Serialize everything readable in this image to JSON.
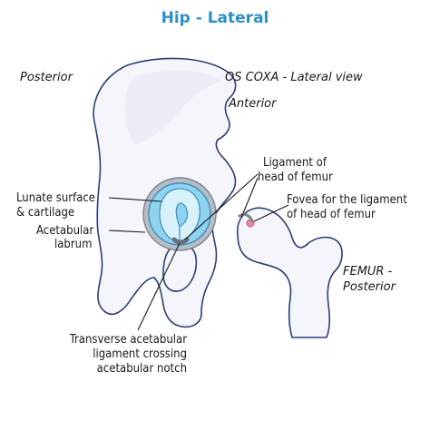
{
  "title": "Hip - Lateral",
  "labels": {
    "posterior": "Posterior",
    "os_coxa": "OS COXA - Lateral view",
    "anterior": "Anterior",
    "ligament_head_femur_1": "Ligament of",
    "ligament_head_femur_2": "head of femur",
    "fovea_1": "Fovea for the ligament",
    "fovea_2": "of head of femur",
    "lunate_1": "Lunate surface",
    "lunate_2": "& cartilage",
    "acetabular_1": "Acetabular",
    "acetabular_2": "labrum",
    "femur_1": "FEMUR -",
    "femur_2": "Posterior",
    "transverse_1": "Transverse acetabular",
    "transverse_2": "ligament crossing",
    "transverse_3": "acetabular notch"
  },
  "colors": {
    "title": "#2a8fc9",
    "bone_fill": "#f4f6fb",
    "bone_outline": "#2c3e7a",
    "lunate_blue": "#8fd3ef",
    "lunate_inner": "#d9f1fb",
    "labrum_gray": "#9a9ea6",
    "fovea_pink": "#e98aa3"
  }
}
